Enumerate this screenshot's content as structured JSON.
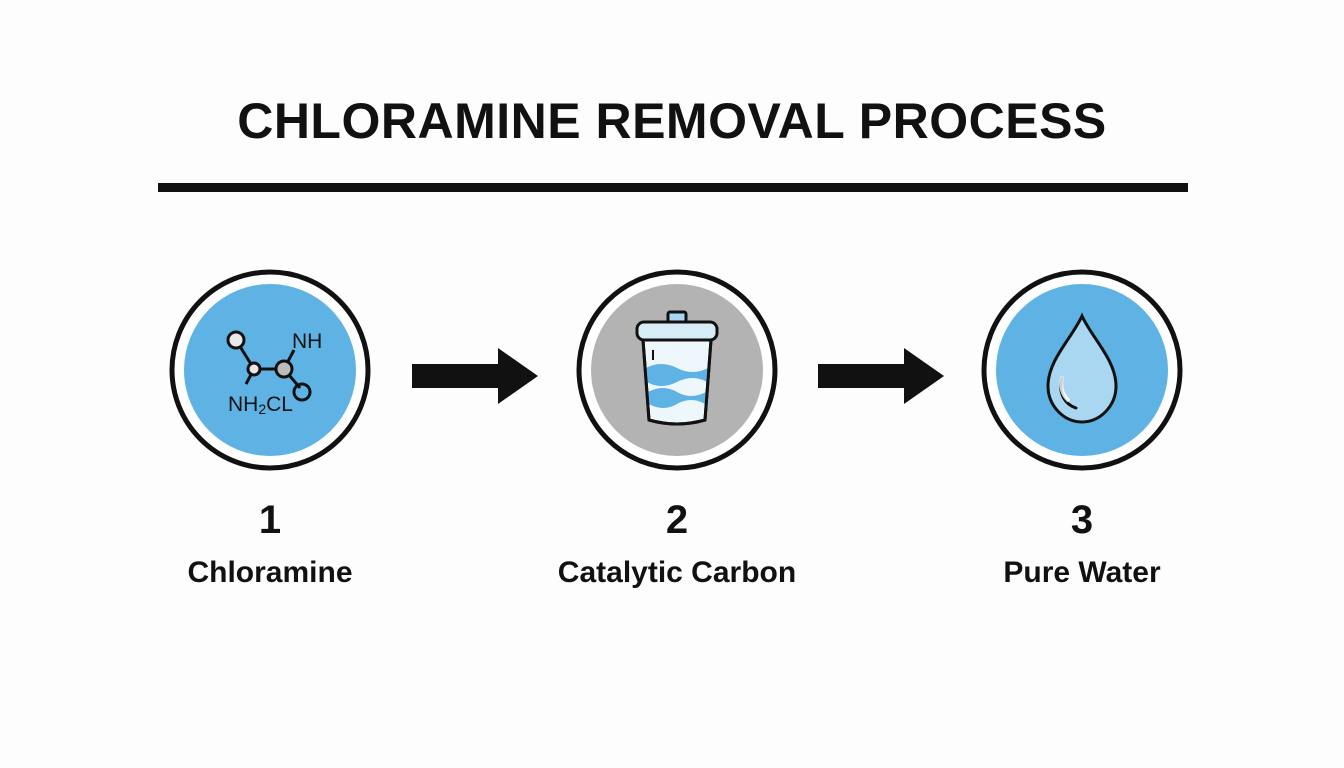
{
  "title": "CHLORAMINE REMOVAL PROCESS",
  "colors": {
    "ink": "#111111",
    "blue": "#5fb3e4",
    "light_blue": "#a9d7f2",
    "gray": "#b3b3b3",
    "background": "#fdfdfd"
  },
  "steps": [
    {
      "number": "1",
      "label": "Chloramine",
      "icon": "molecule-icon",
      "molecule_labels": {
        "top": "NH",
        "bottom_left": "NH",
        "sub": "2",
        "bottom_right": "CL"
      }
    },
    {
      "number": "2",
      "label": "Catalytic Carbon",
      "icon": "filter-cartridge-icon"
    },
    {
      "number": "3",
      "label": "Pure Water",
      "icon": "water-drop-icon"
    }
  ],
  "connectors": [
    "arrow-right-icon",
    "arrow-right-icon"
  ]
}
